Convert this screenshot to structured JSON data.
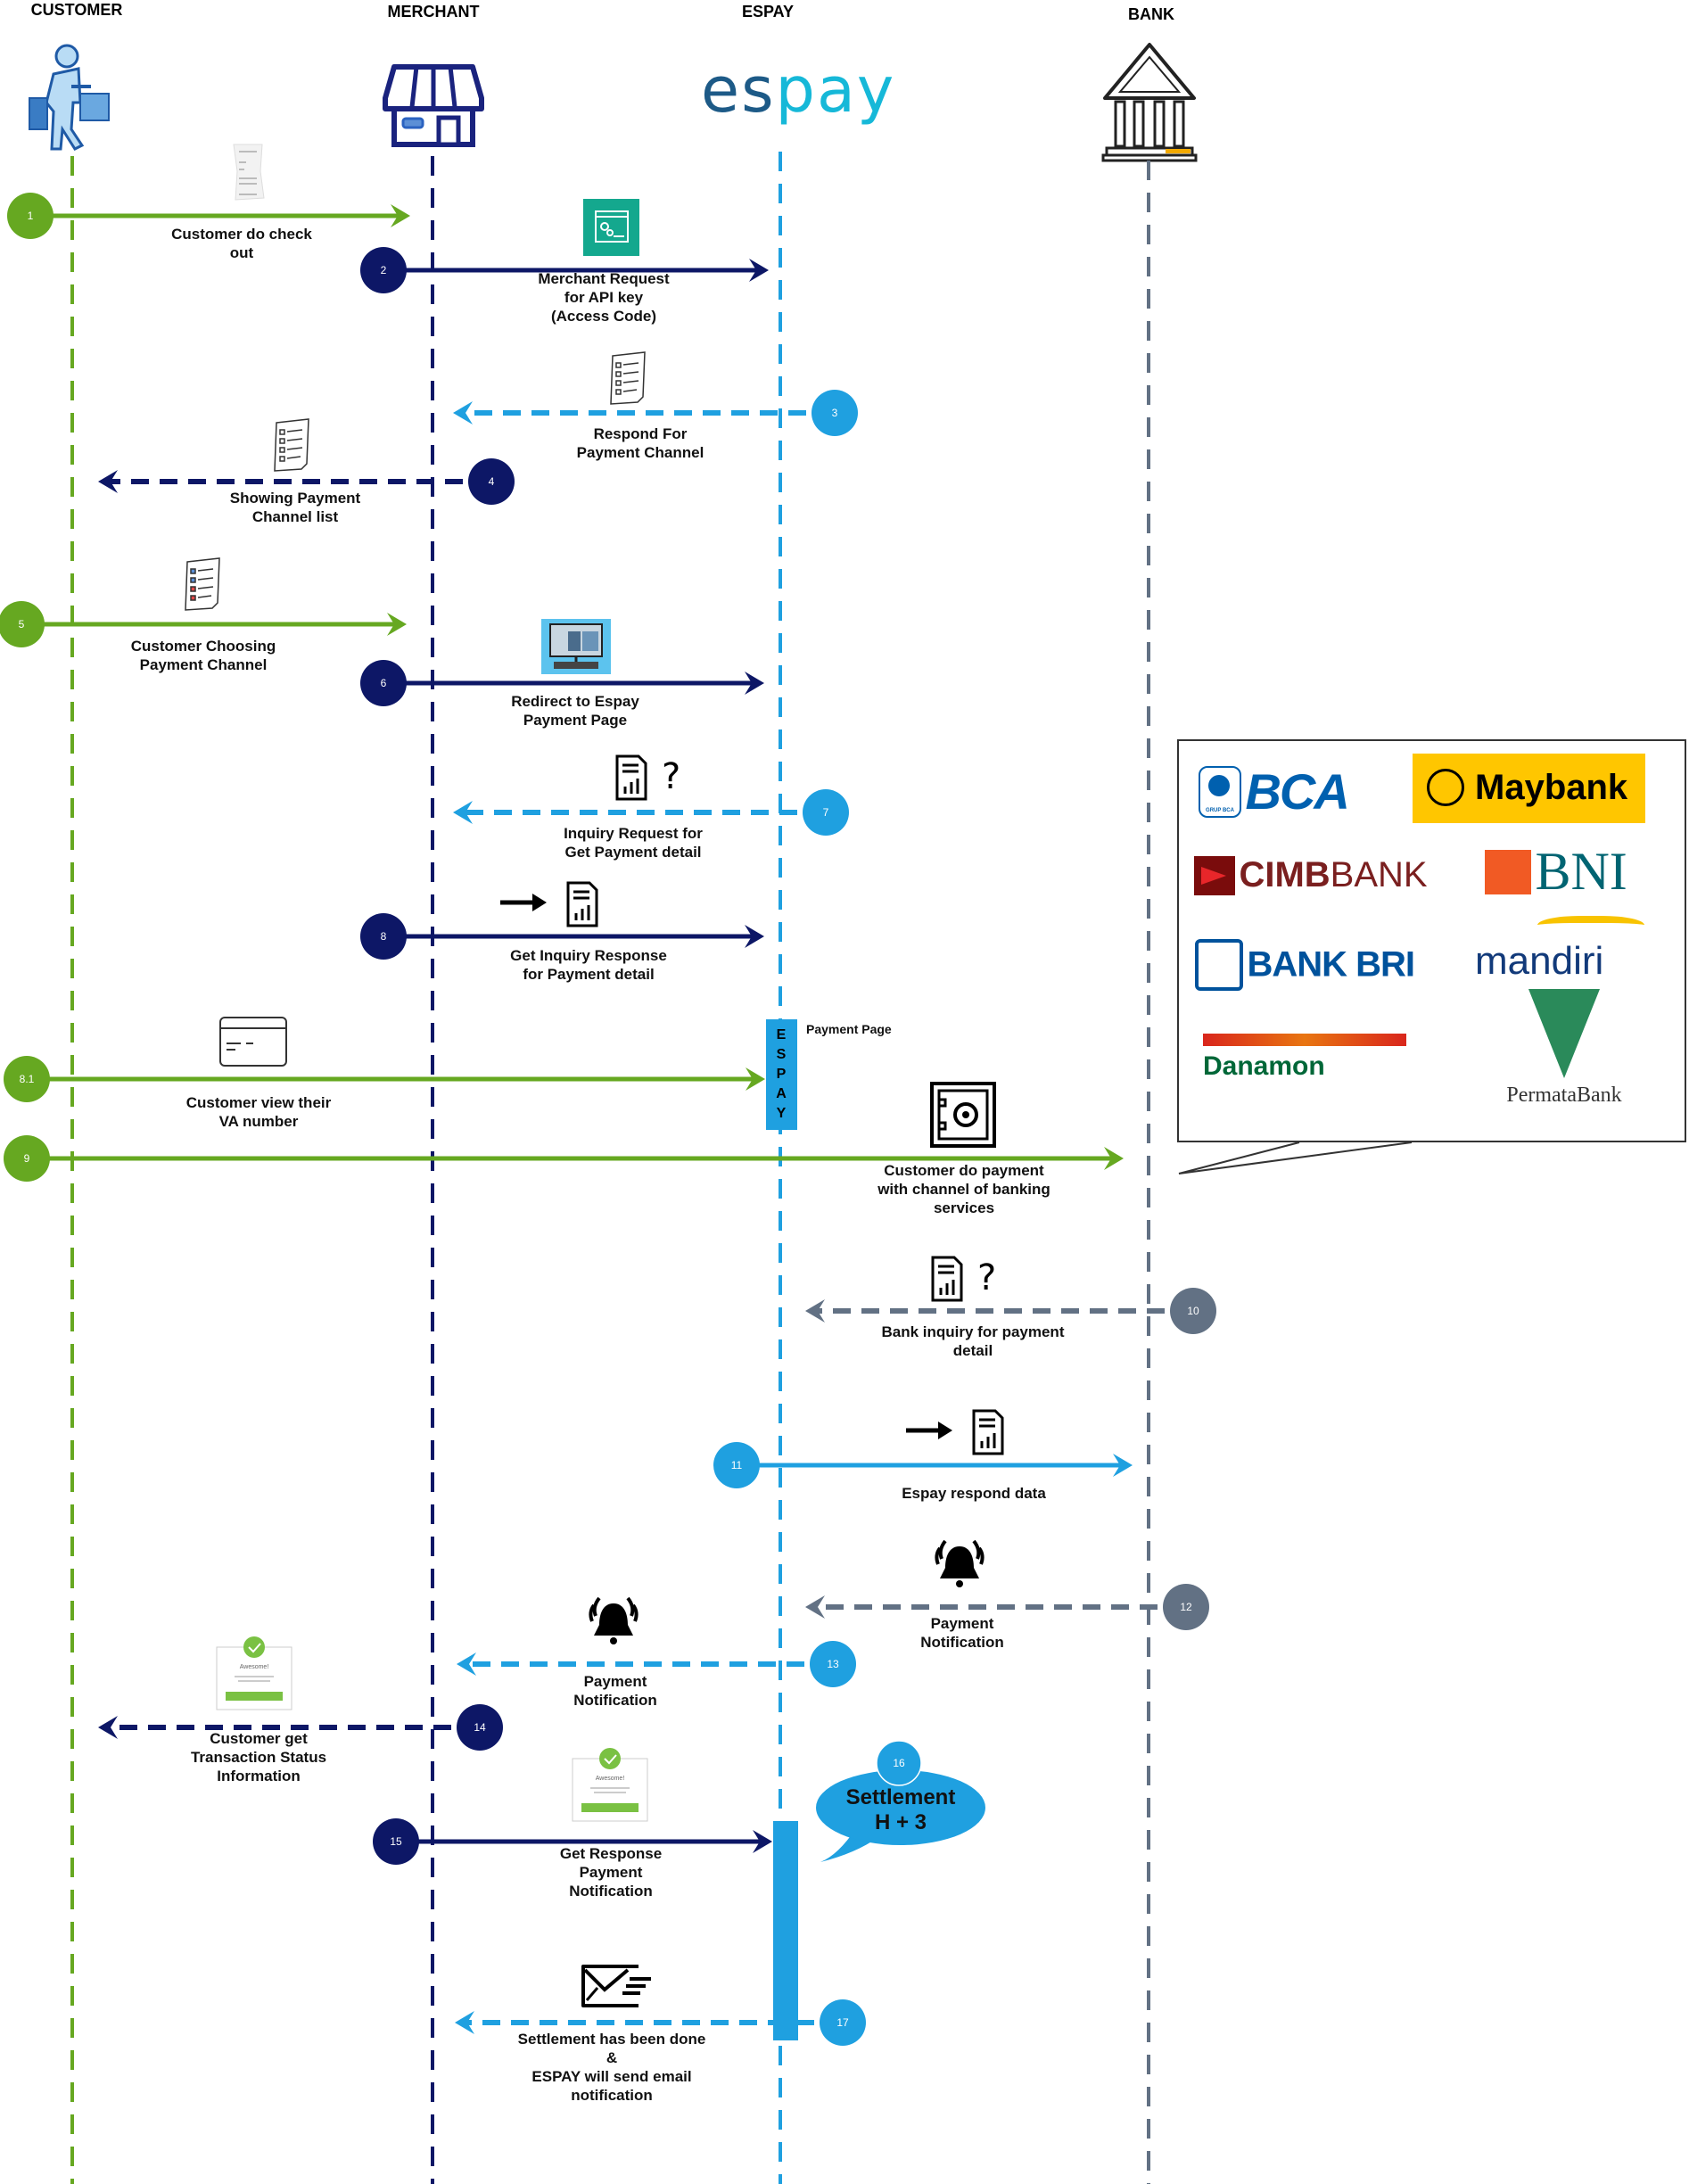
{
  "title": "Espay Payment Flow",
  "actors": [
    {
      "id": "customer",
      "label": "CUSTOMER",
      "color": "#66a821",
      "icon": "shopper-icon"
    },
    {
      "id": "merchant",
      "label": "MERCHANT",
      "color": "#0d1766",
      "icon": "storefront-icon"
    },
    {
      "id": "espay",
      "label": "ESPAY",
      "color": "#1fa0e0",
      "icon": "espay-logo"
    },
    {
      "id": "bank",
      "label": "BANK",
      "color": "#627184",
      "icon": "bank-building-icon"
    }
  ],
  "espay_logo": {
    "part1": "es",
    "part2": "pay",
    "color1": "#1d5a87",
    "color2": "#16b8d8"
  },
  "colors": {
    "green": "#66a821",
    "navy": "#0d1766",
    "light_blue": "#1fa0e0",
    "slate": "#627184",
    "maybank_yellow": "#ffc600",
    "bca_blue": "#0060af"
  },
  "steps": [
    {
      "num": "1",
      "from": "customer",
      "to": "merchant",
      "style": "solid",
      "color": "green",
      "label": [
        "Customer do check",
        "out"
      ],
      "icon": "receipt-icon"
    },
    {
      "num": "2",
      "from": "merchant",
      "to": "espay",
      "style": "solid",
      "color": "navy",
      "label": [
        "Merchant Request",
        "for API key",
        "(Access Code)"
      ],
      "icon": "api-key-icon"
    },
    {
      "num": "3",
      "from": "espay",
      "to": "merchant",
      "style": "dashed",
      "color": "light_blue",
      "label": [
        "Respond For",
        "Payment Channel"
      ],
      "icon": "checklist-icon"
    },
    {
      "num": "4",
      "from": "merchant",
      "to": "customer",
      "style": "dashed",
      "color": "navy",
      "label": [
        "Showing Payment",
        "Channel list"
      ],
      "icon": "checklist-icon"
    },
    {
      "num": "5",
      "from": "customer",
      "to": "merchant",
      "style": "solid",
      "color": "green",
      "label": [
        "Customer Choosing",
        "Payment Channel"
      ],
      "icon": "checked-list-icon"
    },
    {
      "num": "6",
      "from": "merchant",
      "to": "espay",
      "style": "solid",
      "color": "navy",
      "label": [
        "Redirect  to Espay",
        "Payment Page"
      ],
      "icon": "computer-icon"
    },
    {
      "num": "7",
      "from": "espay",
      "to": "merchant",
      "style": "dashed",
      "color": "light_blue",
      "label": [
        "Inquiry Request for",
        "Get  Payment detail"
      ],
      "icon": "report-question-icon"
    },
    {
      "num": "8",
      "from": "merchant",
      "to": "espay",
      "style": "solid",
      "color": "navy",
      "label": [
        "Get Inquiry Response",
        "for Payment detail"
      ],
      "icon": "arrow-report-icon"
    },
    {
      "num": "8.1",
      "from": "customer",
      "to": "espay",
      "style": "solid",
      "color": "green",
      "label": [
        "Customer view their",
        "VA number"
      ],
      "icon": "card-icon"
    },
    {
      "num": "9",
      "from": "customer",
      "to": "bank",
      "style": "solid",
      "color": "green",
      "label": [
        "Customer  do payment",
        "with channel of banking",
        "services"
      ],
      "icon": "safe-icon"
    },
    {
      "num": "10",
      "from": "bank",
      "to": "espay",
      "style": "dashed",
      "color": "slate",
      "label": [
        "Bank inquiry for payment",
        "detail"
      ],
      "icon": "report-question-icon"
    },
    {
      "num": "11",
      "from": "espay",
      "to": "bank",
      "style": "solid",
      "color": "light_blue",
      "label": [
        "Espay respond data"
      ],
      "icon": "arrow-report-icon"
    },
    {
      "num": "12",
      "from": "bank",
      "to": "espay",
      "style": "dashed",
      "color": "slate",
      "label": [
        "Payment",
        "Notification"
      ],
      "icon": "bell-icon"
    },
    {
      "num": "13",
      "from": "espay",
      "to": "merchant",
      "style": "dashed",
      "color": "light_blue",
      "label": [
        "Payment",
        "Notification"
      ],
      "icon": "bell-icon"
    },
    {
      "num": "14",
      "from": "merchant",
      "to": "customer",
      "style": "dashed",
      "color": "navy",
      "label": [
        "Customer get",
        "Transaction Status",
        "Information"
      ],
      "icon": "success-card-icon"
    },
    {
      "num": "15",
      "from": "merchant",
      "to": "espay",
      "style": "solid",
      "color": "navy",
      "label": [
        "Get Response",
        "Payment",
        "Notification"
      ],
      "icon": "success-card-icon"
    },
    {
      "num": "16",
      "label": [
        "Settlement",
        "H + 3"
      ],
      "type": "callout"
    },
    {
      "num": "17",
      "from": "espay",
      "to": "merchant",
      "style": "dashed",
      "color": "light_blue",
      "label": [
        "Settlement has been done",
        "&",
        "ESPAY will send email",
        "notification"
      ],
      "icon": "email-icon"
    }
  ],
  "activation": {
    "payment_page": {
      "letters": [
        "E",
        "S",
        "P",
        "A",
        "Y"
      ],
      "label": "Payment Page"
    }
  },
  "success_card": {
    "title": "Awesome!",
    "message": [
      "Your booking has been confirmed.",
      "Check your email for details"
    ],
    "button": "OK"
  },
  "banks": [
    {
      "name": "BCA",
      "sub": "GRUP BCA"
    },
    {
      "name": "Maybank"
    },
    {
      "name": "CIMB",
      "suffix": "BANK"
    },
    {
      "name": "BNI"
    },
    {
      "name": "BANK BRI"
    },
    {
      "name": "mandiri"
    },
    {
      "name": "Danamon"
    },
    {
      "name": "Permata",
      "suffix": "Bank"
    }
  ]
}
